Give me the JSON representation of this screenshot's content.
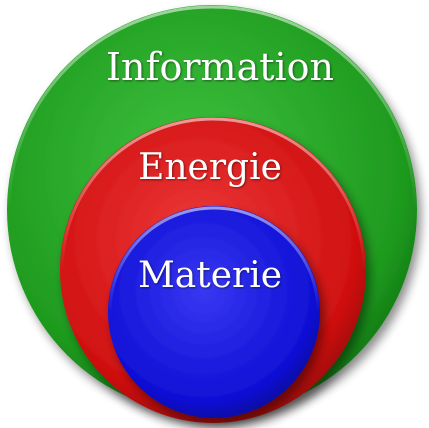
{
  "diagram": {
    "rings": [
      {
        "id": "outer",
        "label": "Information",
        "color": "#1e9a1e",
        "highlight": "#3fc23f",
        "shade": "#0f6e10"
      },
      {
        "id": "middle",
        "label": "Energie",
        "color": "#d01010",
        "highlight": "#ee3a3a",
        "shade": "#8e0606"
      },
      {
        "id": "inner",
        "label": "Materie",
        "color": "#1010d6",
        "highlight": "#3838f2",
        "shade": "#06068f"
      }
    ]
  }
}
